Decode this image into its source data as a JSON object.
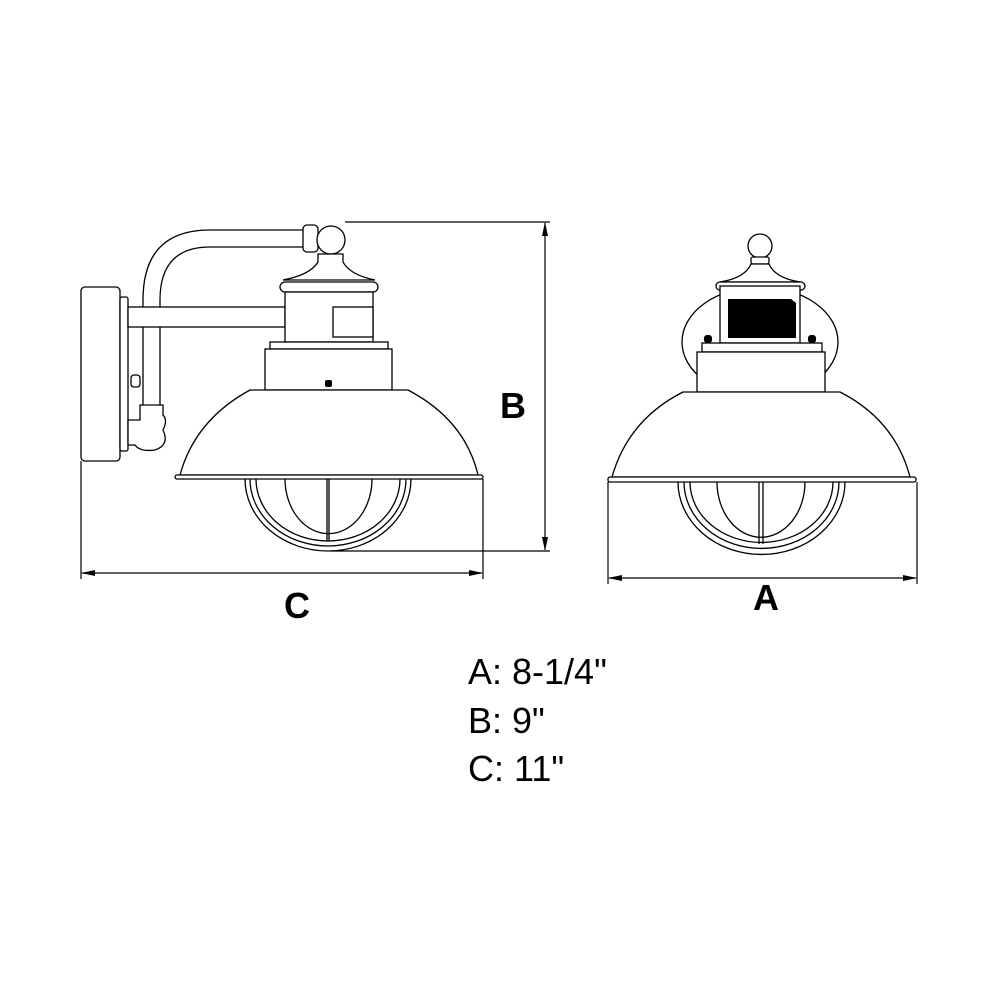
{
  "labels": {
    "a": "A",
    "b": "B",
    "c": "C"
  },
  "specs": [
    {
      "text": "A: 8-1/4\""
    },
    {
      "text": "B: 9\""
    },
    {
      "text": "C: 11\""
    }
  ],
  "colors": {
    "line": "#000000",
    "background": "#ffffff"
  }
}
